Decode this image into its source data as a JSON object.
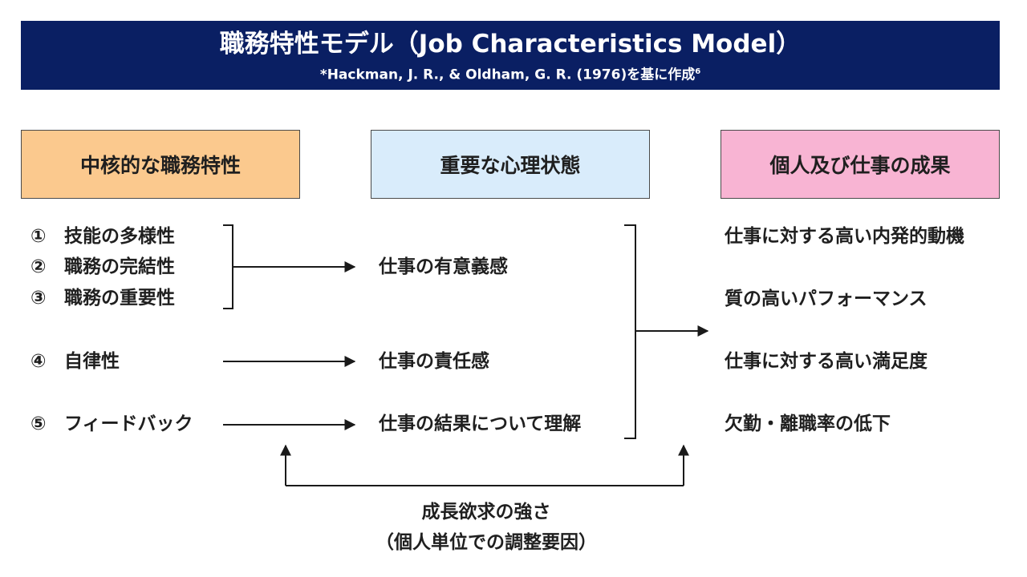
{
  "header": {
    "title": "職務特性モデル（Job Characteristics Model）",
    "subtitle": "*Hackman, J. R., & Oldham, G. R. (1976)を基に作成",
    "footnote_mark": "6",
    "background_color": "#0a1f63"
  },
  "columns": [
    {
      "label": "中核的な職務特性",
      "color": "#fbc98e"
    },
    {
      "label": "重要な心理状態",
      "color": "#d9ecfb"
    },
    {
      "label": "個人及び仕事の成果",
      "color": "#f8b4d3"
    }
  ],
  "characteristics": [
    {
      "num": "①",
      "label": "技能の多様性"
    },
    {
      "num": "②",
      "label": "職務の完結性"
    },
    {
      "num": "③",
      "label": "職務の重要性"
    },
    {
      "num": "④",
      "label": "自律性"
    },
    {
      "num": "⑤",
      "label": "フィードバック"
    }
  ],
  "states": [
    "仕事の有意義感",
    "仕事の責任感",
    "仕事の結果について理解"
  ],
  "outcomes": [
    "仕事に対する高い内発的動機",
    "質の高いパフォーマンス",
    "仕事に対する高い満足度",
    "欠勤・離職率の低下"
  ],
  "moderator": {
    "line1": "成長欲求の強さ",
    "line2": "（個人単位での調整要因）"
  }
}
